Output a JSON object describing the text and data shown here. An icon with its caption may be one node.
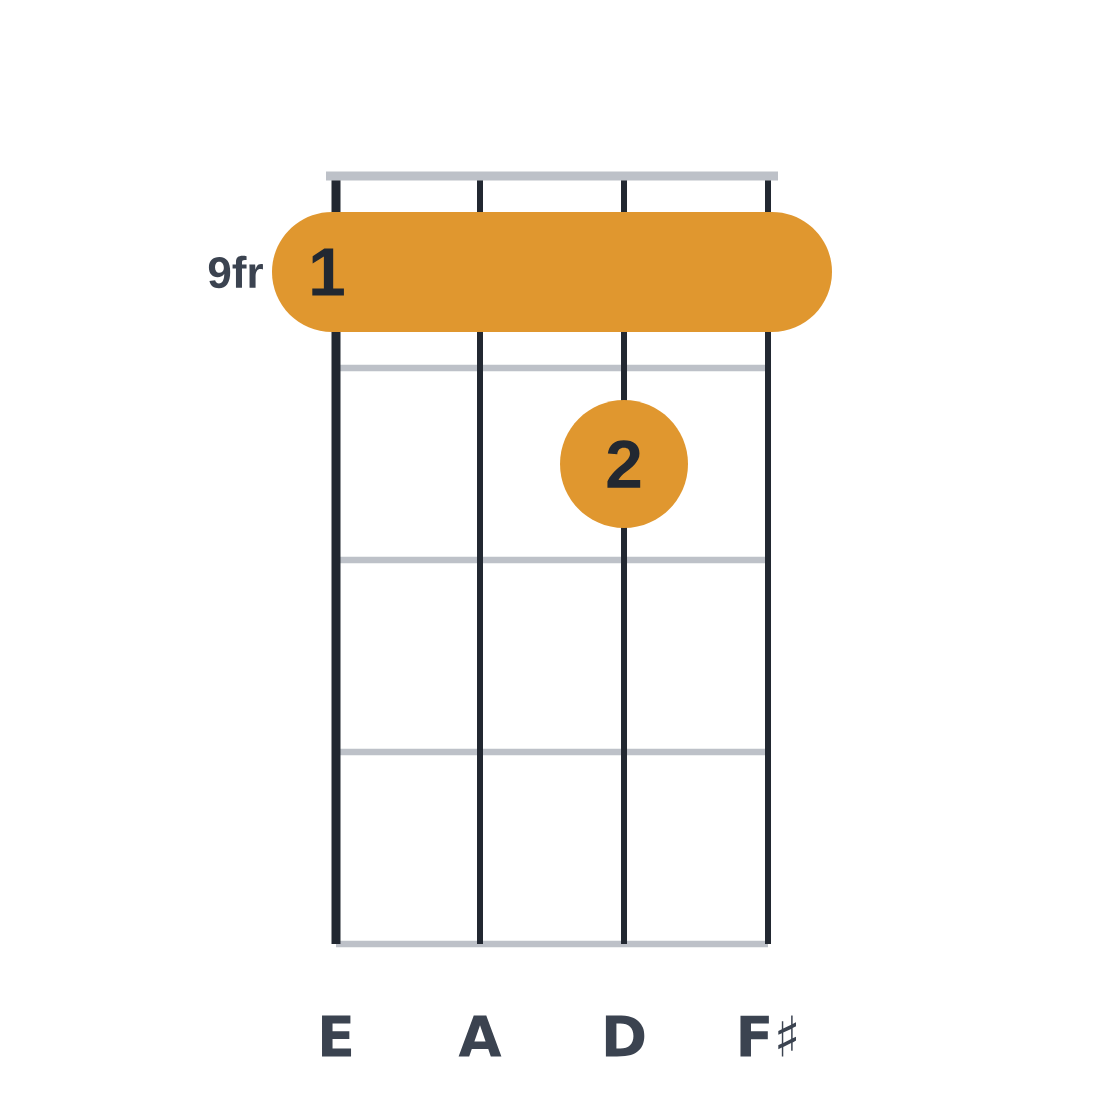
{
  "diagram": {
    "nodes": [
      {
        "text": [
          "1"
        ]
      },
      {
        "text": [
          "2"
        ]
      }
    ],
    "labels": [
      "9fr",
      "E",
      "A",
      "D",
      "F♯"
    ]
  }
}
